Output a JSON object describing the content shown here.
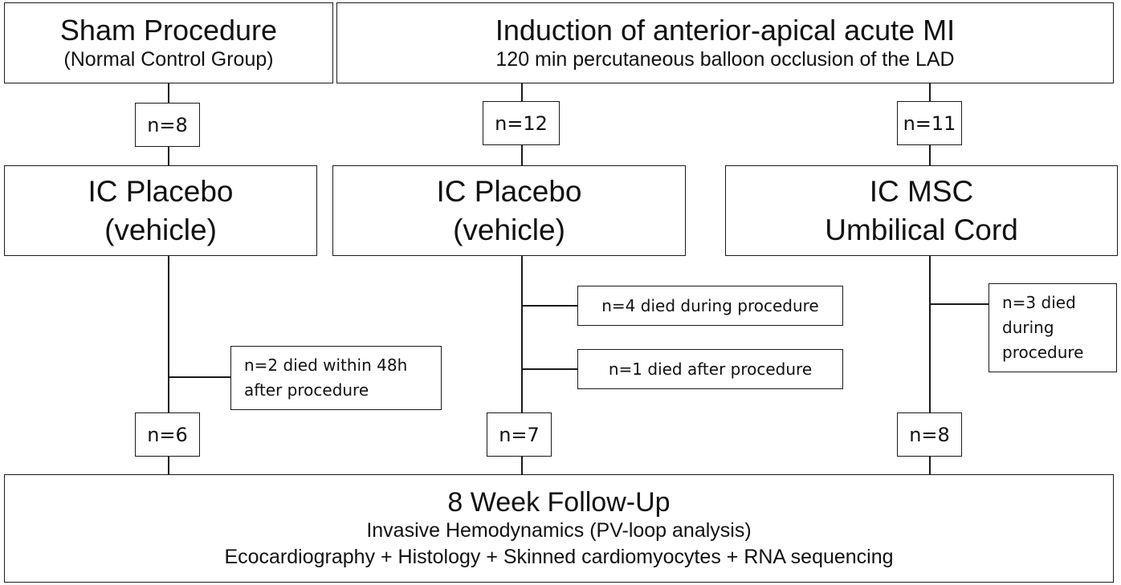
{
  "diagram": {
    "sham": {
      "title": "Sham Procedure",
      "subtitle": "(Normal Control Group)"
    },
    "induction": {
      "title": "Induction of anterior-apical acute MI",
      "subtitle": "120 min percutaneous balloon occlusion of the LAD"
    },
    "counts_initial": {
      "sham": "n=8",
      "placebo": "n=12",
      "msc": "n=11"
    },
    "groups": {
      "sham_placebo": {
        "line1": "IC Placebo",
        "line2": "(vehicle)"
      },
      "mi_placebo": {
        "line1": "IC Placebo",
        "line2": "(vehicle)"
      },
      "mi_msc": {
        "line1": "IC MSC",
        "line2": "Umbilical Cord"
      }
    },
    "deaths": {
      "sham": {
        "line1": "n=2 died within 48h",
        "line2": "after procedure"
      },
      "placebo_during": "n=4 died during procedure",
      "placebo_after": "n=1 died after procedure",
      "msc": {
        "line1": "n=3 died",
        "line2": "during",
        "line3": "procedure"
      }
    },
    "counts_final": {
      "sham": "n=6",
      "placebo": "n=7",
      "msc": "n=8"
    },
    "followup": {
      "title": "8 Week Follow-Up",
      "line1": "Invasive Hemodynamics (PV-loop analysis)",
      "line2": "Ecocardiography + Histology + Skinned cardiomyocytes + RNA sequencing"
    }
  }
}
